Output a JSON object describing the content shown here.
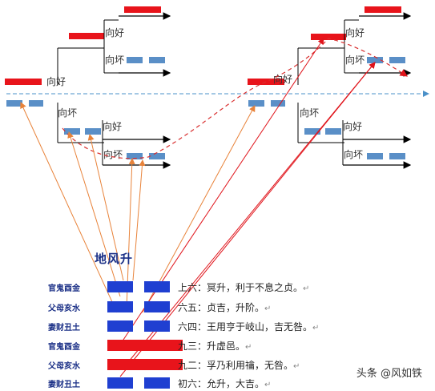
{
  "labels": {
    "good": "向好",
    "bad": "向坏",
    "mark": "↵"
  },
  "hexagram": {
    "name": "地风升",
    "lines": [
      {
        "relation": "官鬼酉金",
        "type": "yin",
        "text": "上六：冥升，利于不息之贞。"
      },
      {
        "relation": "父母亥水",
        "type": "yin",
        "text": "六五：贞吉，升阶。"
      },
      {
        "relation": "妻财丑土",
        "type": "yin",
        "text": "六四：王用亨于岐山，吉无咎。"
      },
      {
        "relation": "官鬼酉金",
        "type": "yang",
        "text": "九三：升虚邑。"
      },
      {
        "relation": "父母亥水",
        "type": "yang",
        "text": "九二：孚乃利用禴，无咎。"
      },
      {
        "relation": "妻财丑土",
        "type": "yin",
        "text": "初六：允升，大吉。"
      }
    ]
  },
  "watermark": "头条 @风如铁",
  "colors": {
    "yang": "#e8141b",
    "yin": "#1f3fd1",
    "orange_arrow": "#e8833a",
    "red_arrow": "#e0141b",
    "dashed": "#d93030",
    "axis": "#4a90c8"
  }
}
